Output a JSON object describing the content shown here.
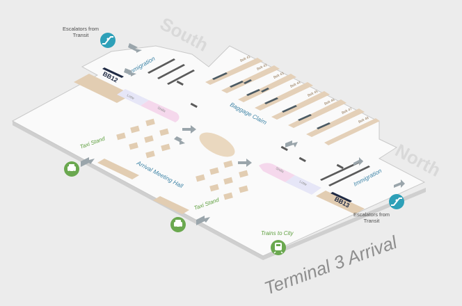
{
  "title": "Terminal 3 Arrival",
  "directions": {
    "south": "South",
    "north": "North"
  },
  "areas": {
    "immigration_left": "Immigration",
    "immigration_right": "Immigration",
    "baggage_claim": "Baggage Claim",
    "arrival_hall": "Arrival Meeting Hall",
    "lotte_left": "Lotte",
    "shilla_left": "Shilla",
    "lotte_right": "Lotte",
    "shilla_right": "Shilla"
  },
  "gates": {
    "left": "BB12",
    "right": "BB13"
  },
  "facilities": {
    "escalators_left_line1": "Escalators from",
    "escalators_left_line2": "Transit",
    "escalators_right_line1": "Escalators from",
    "escalators_right_line2": "Transit",
    "taxi_left": "Taxi Stand",
    "taxi_center": "Taxi Stand",
    "trains": "Trains to City"
  },
  "belts": [
    "Belt 41",
    "Belt 42",
    "Belt 43",
    "Belt 44",
    "Belt 45",
    "Belt 46",
    "Belt 47",
    "Belt 48"
  ],
  "icons": {
    "escalator": "escalator-icon",
    "taxi": "taxi-icon",
    "train": "train-icon"
  },
  "colors": {
    "floor": "#fafafa",
    "background": "#ececec",
    "label_blue": "#3c83a6",
    "label_green": "#5e9f3e",
    "icon_blue": "#2ea0b8",
    "icon_green": "#6aa84f",
    "belt": "#e4d0b8",
    "gate_dark": "#1f2a44",
    "lotte": "#e6e6f7",
    "shilla": "#f5d8ec"
  }
}
